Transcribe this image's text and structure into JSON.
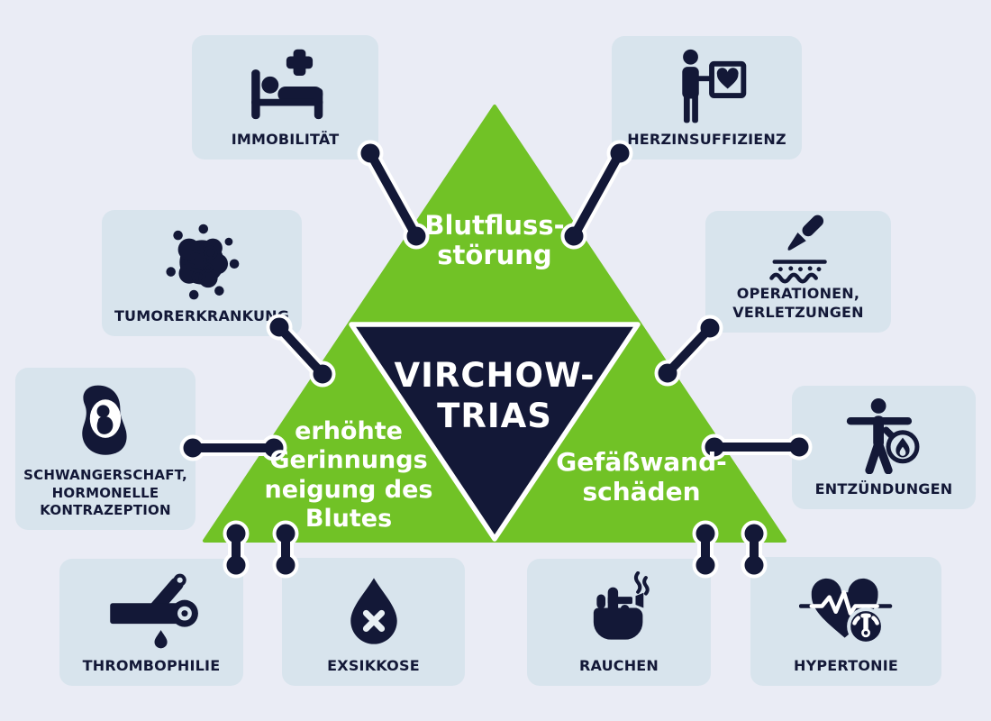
{
  "title": {
    "lines": [
      "VIRCHOW-",
      "TRIAS"
    ]
  },
  "sections": {
    "top": {
      "lines": [
        "Blutfluss-",
        "störung"
      ]
    },
    "left": {
      "lines": [
        "erhöhte",
        "Gerinnungs",
        "neigung des",
        "Blutes"
      ]
    },
    "right": {
      "lines": [
        "Gefäßwand-",
        "schäden"
      ]
    }
  },
  "cards": [
    {
      "id": "immobilitaet",
      "icon": "hospital-bed-icon",
      "lines": [
        "IMMOBILITÄT"
      ]
    },
    {
      "id": "herzinsuffizienz",
      "icon": "heart-failure-icon",
      "lines": [
        "HERZINSUFFIZIENZ"
      ]
    },
    {
      "id": "tumorerkrankung",
      "icon": "tumor-cell-icon",
      "lines": [
        "TUMORERKRANKUNG"
      ]
    },
    {
      "id": "operationen",
      "icon": "scalpel-skin-icon",
      "lines": [
        "OPERATIONEN,",
        "VERLETZUNGEN"
      ]
    },
    {
      "id": "schwangerschaft",
      "icon": "pregnancy-icon",
      "lines": [
        "SCHWANGERSCHAFT,",
        "HORMONELLE",
        "KONTRAZEPTION"
      ]
    },
    {
      "id": "entzuendungen",
      "icon": "inflammation-icon",
      "lines": [
        "ENTZÜNDUNGEN"
      ]
    },
    {
      "id": "thrombophilie",
      "icon": "vessel-clot-icon",
      "lines": [
        "THROMBOPHILIE"
      ]
    },
    {
      "id": "exsikkose",
      "icon": "water-drop-x-icon",
      "lines": [
        "EXSIKKOSE"
      ]
    },
    {
      "id": "rauchen",
      "icon": "smoking-hand-icon",
      "lines": [
        "RAUCHEN"
      ]
    },
    {
      "id": "hypertonie",
      "icon": "heart-gauge-icon",
      "lines": [
        "HYPERTONIE"
      ]
    }
  ],
  "colors": {
    "background": "#eaecf5",
    "card": "#d8e4ed",
    "green": "#71c226",
    "navy": "#131837",
    "white": "#ffffff"
  }
}
